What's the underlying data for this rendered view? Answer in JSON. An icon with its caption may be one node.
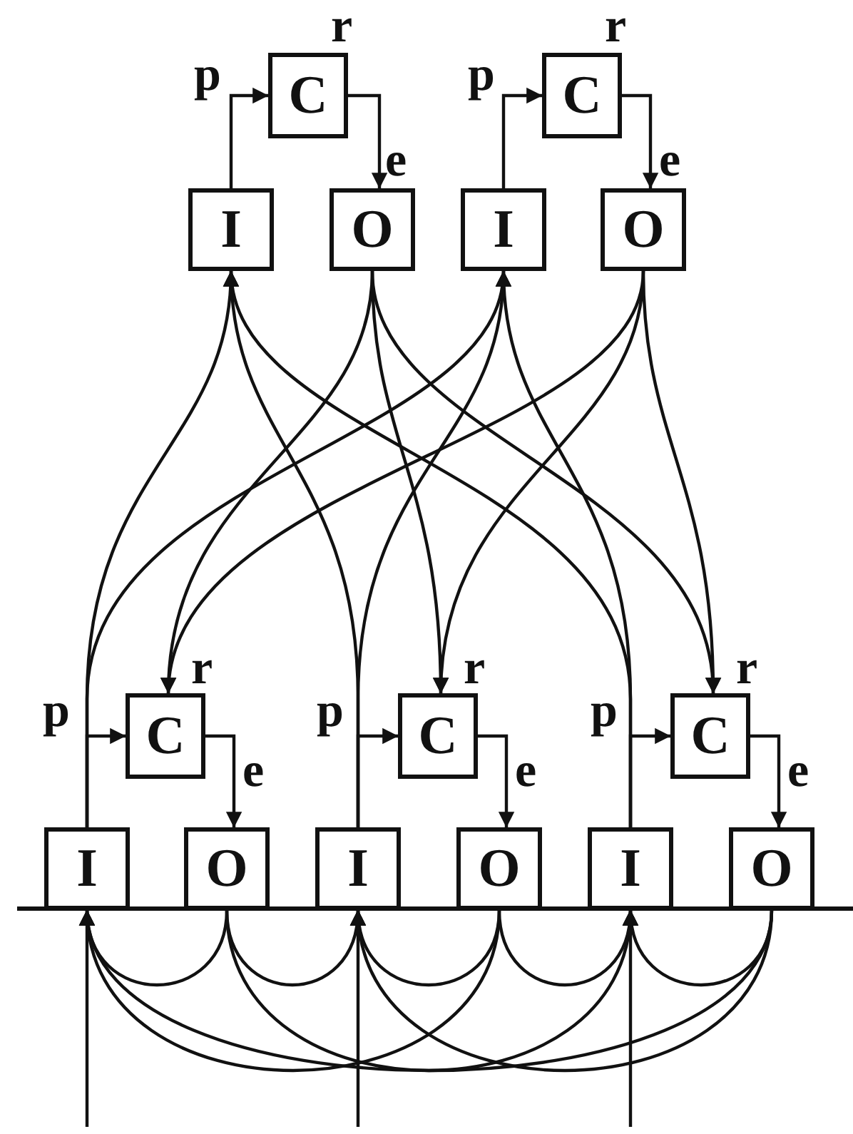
{
  "diagram": {
    "nodes": [
      {
        "text": [
          "C"
        ],
        "beside": [
          "r"
        ]
      },
      {
        "text": [
          "C"
        ],
        "beside": [
          "r"
        ]
      },
      {
        "text": [
          "I"
        ]
      },
      {
        "text": [
          "O"
        ]
      },
      {
        "text": [
          "I"
        ]
      },
      {
        "text": [
          "O"
        ]
      },
      {
        "text": [
          "C"
        ],
        "beside": [
          "r"
        ]
      },
      {
        "text": [
          "C"
        ],
        "beside": [
          "r"
        ]
      },
      {
        "text": [
          "C"
        ],
        "beside": [
          "r"
        ]
      },
      {
        "text": [
          "I"
        ]
      },
      {
        "text": [
          "O"
        ]
      },
      {
        "text": [
          "I"
        ]
      },
      {
        "text": [
          "O"
        ]
      },
      {
        "text": [
          "I"
        ]
      },
      {
        "text": [
          "O"
        ]
      }
    ],
    "edges": [
      {
        "from": 2,
        "to": 0,
        "arrow": "to",
        "label": "p"
      },
      {
        "from": 0,
        "to": 3,
        "arrow": "to",
        "label": "e"
      },
      {
        "from": 4,
        "to": 1,
        "arrow": "to",
        "label": "p"
      },
      {
        "from": 1,
        "to": 5,
        "arrow": "to",
        "label": "e"
      },
      {
        "from": 9,
        "to": 6,
        "arrow": "to",
        "label": "p"
      },
      {
        "from": 6,
        "to": 10,
        "arrow": "to",
        "label": "e"
      },
      {
        "from": 11,
        "to": 7,
        "arrow": "to",
        "label": "p"
      },
      {
        "from": 7,
        "to": 12,
        "arrow": "to",
        "label": "e"
      },
      {
        "from": 13,
        "to": 8,
        "arrow": "to",
        "label": "p"
      },
      {
        "from": 8,
        "to": 14,
        "arrow": "to",
        "label": "e"
      },
      {
        "from": 9,
        "to": 2,
        "arrow": "to"
      },
      {
        "from": 11,
        "to": 2,
        "arrow": "to"
      },
      {
        "from": 13,
        "to": 2,
        "arrow": "to"
      },
      {
        "from": 9,
        "to": 4,
        "arrow": "to"
      },
      {
        "from": 11,
        "to": 4,
        "arrow": "to"
      },
      {
        "from": 13,
        "to": 4,
        "arrow": "to"
      },
      {
        "from": 3,
        "to": 6,
        "arrow": "to"
      },
      {
        "from": 3,
        "to": 7,
        "arrow": "to"
      },
      {
        "from": 3,
        "to": 8,
        "arrow": "to"
      },
      {
        "from": 5,
        "to": 6,
        "arrow": "to"
      },
      {
        "from": 5,
        "to": 7,
        "arrow": "to"
      },
      {
        "from": 5,
        "to": 8,
        "arrow": "to"
      },
      {
        "from": 10,
        "to": 9,
        "arrow": "to"
      },
      {
        "from": 10,
        "to": 11,
        "arrow": "to"
      },
      {
        "from": 10,
        "to": 13,
        "arrow": "to"
      },
      {
        "from": 12,
        "to": 9,
        "arrow": "to"
      },
      {
        "from": 12,
        "to": 11,
        "arrow": "to"
      },
      {
        "from": 12,
        "to": 13,
        "arrow": "to"
      },
      {
        "from": 14,
        "to": 9,
        "arrow": "to"
      },
      {
        "from": 14,
        "to": 11,
        "arrow": "to"
      },
      {
        "from": 14,
        "to": 13,
        "arrow": "to"
      },
      {
        "from": null,
        "to": 9,
        "arrow": "to"
      },
      {
        "from": null,
        "to": 11,
        "arrow": "to"
      },
      {
        "from": null,
        "to": 13,
        "arrow": "to"
      }
    ]
  }
}
